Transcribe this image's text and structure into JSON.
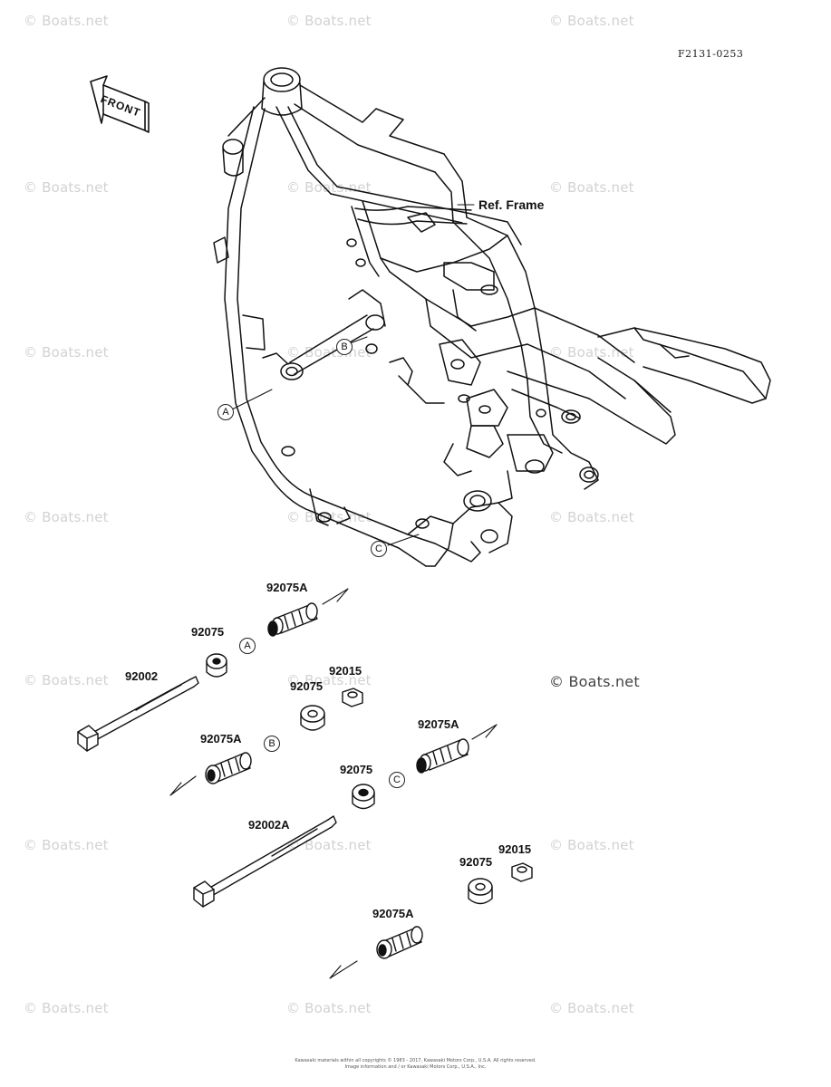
{
  "meta": {
    "figure_code": "F2131-0253",
    "copyright": "Kawasaki materials within all copyrights © 1983 - 2017, Kawasaki Motors Corp., U.S.A. All rights reserved.",
    "copyright_line2": "Image information and / or Kawasaki Motors Corp., U.S.A., Inc."
  },
  "front_arrow": {
    "label": "FRONT"
  },
  "watermark": {
    "text": "© Boats.net",
    "strong_text": "© Boats.net"
  },
  "ref_frame": {
    "label": "Ref. Frame"
  },
  "callouts": {
    "a": "A",
    "b": "B",
    "c": "C"
  },
  "parts": {
    "p92075A_1": "92075A",
    "p92075_1": "92075",
    "p92002": "92002",
    "p92015_1": "92015",
    "p92075_2": "92075",
    "p92075A_2": "92075A",
    "p92075A_3": "92075A",
    "p92075_3": "92075",
    "p92002A": "92002A",
    "p92015_2": "92015",
    "p92075_4": "92075",
    "p92075A_4": "92075A"
  },
  "colors": {
    "line": "#111111",
    "watermark": "#d2d2d2",
    "background": "#ffffff"
  }
}
